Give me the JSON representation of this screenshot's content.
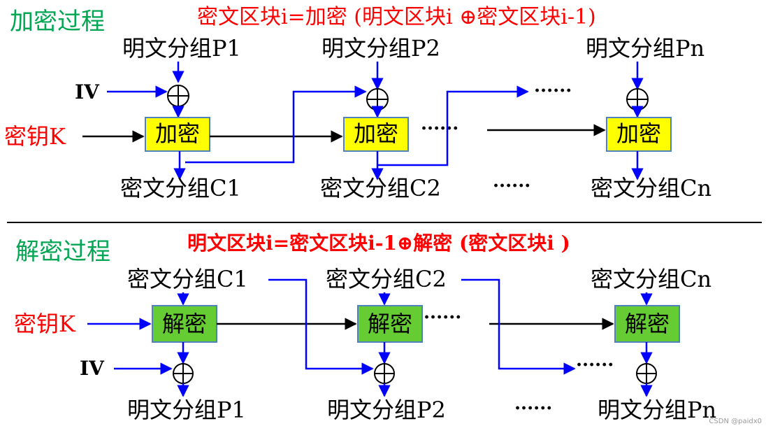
{
  "encryption": {
    "section_title": "加密过程",
    "formula": "密文区块i=加密 (明文区块i ⊕密文区块i-1)",
    "iv_label": "IV",
    "key_label": "密钥K",
    "block_label": "加密",
    "ellipsis": "······",
    "inputs": [
      "明文分组P1",
      "明文分组P2",
      "明文分组Pn"
    ],
    "outputs": [
      "密文分组C1",
      "密文分组C2",
      "密文分组Cn"
    ]
  },
  "decryption": {
    "section_title": "解密过程",
    "formula": "明文区块i=密文区块i-1⊕解密 (密文区块i )",
    "iv_label": "IV",
    "key_label": "密钥K",
    "block_label": "解密",
    "ellipsis": "······",
    "inputs": [
      "密文分组C1",
      "密文分组C2",
      "密文分组Cn"
    ],
    "outputs": [
      "明文分组P1",
      "明文分组P2",
      "明文分组Pn"
    ]
  },
  "watermark": "CSDN @paidx0",
  "colors": {
    "title_green": "#00a651",
    "red": "#ff0000",
    "arrow_blue": "#0000ff",
    "encrypt_fill": "#ffff00",
    "decrypt_fill": "#66cc33",
    "box_border": "#4f81bd",
    "black": "#000000"
  }
}
